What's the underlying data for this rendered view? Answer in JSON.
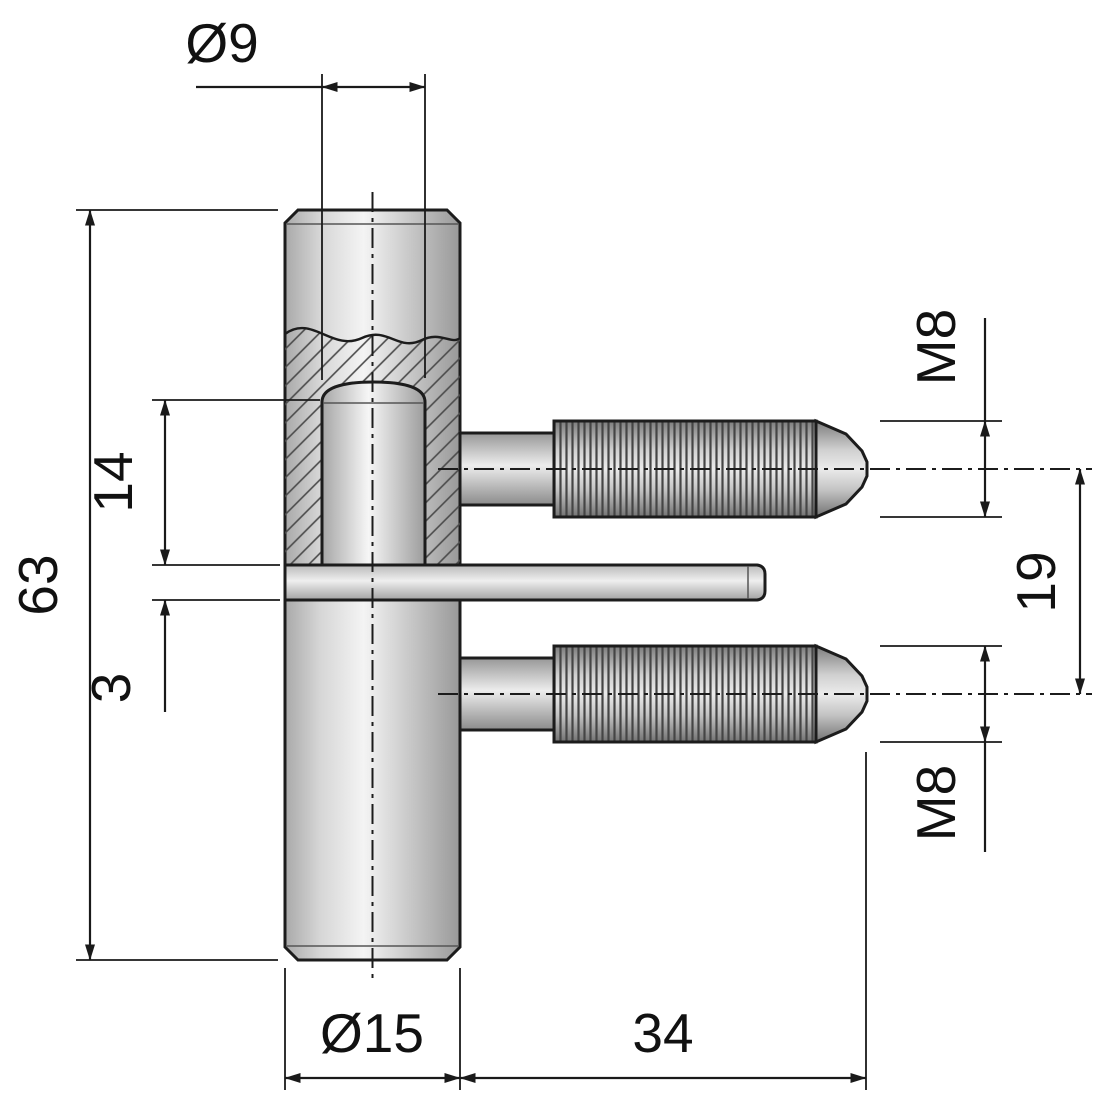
{
  "drawing": {
    "labels": {
      "pin_diameter": "Ø9",
      "overall_length": "63",
      "pin_height": "14",
      "plate_thickness": "3",
      "body_diameter": "Ø15",
      "stud_length": "34",
      "upper_thread": "M8",
      "stud_spacing": "19",
      "lower_thread": "M8"
    },
    "colors": {
      "line": "#1a1a1a",
      "metal_light": "#f4f4f4",
      "metal_mid": "#cfcfcf",
      "metal_dark": "#8f8f8f",
      "background": "#ffffff"
    }
  }
}
